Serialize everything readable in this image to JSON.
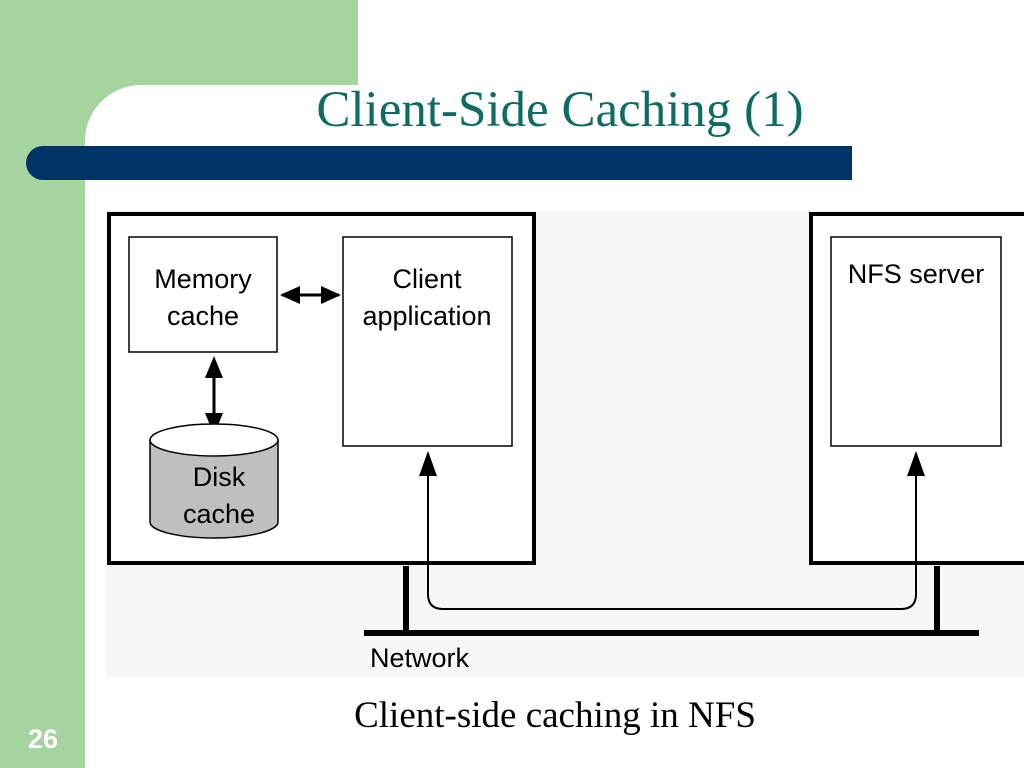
{
  "slide": {
    "title": "Client-Side Caching (1)",
    "caption": "Client-side caching in NFS",
    "number": "26"
  },
  "diagram": {
    "memory_cache": [
      "Memory",
      "cache"
    ],
    "client_application": [
      "Client",
      "application"
    ],
    "disk_cache": [
      "Disk",
      "cache"
    ],
    "nfs_server": "NFS server",
    "network": "Network"
  },
  "colors": {
    "green": "#a5d4a0",
    "navy": "#003466",
    "title": "#0f6b63",
    "disk_fill": "#bfbfbf",
    "diagram_bg": "#f7f7f7"
  }
}
